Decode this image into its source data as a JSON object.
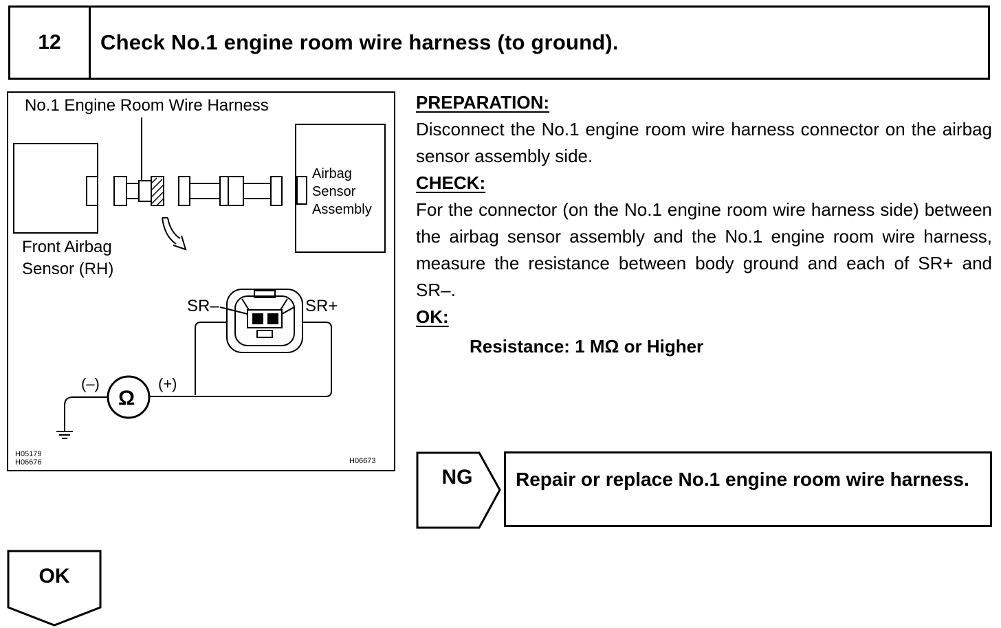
{
  "step": {
    "number": "12",
    "title": "Check No.1 engine room wire harness (to ground)."
  },
  "diagram": {
    "harness_label": "No.1 Engine Room Wire Harness",
    "front_sensor_label_1": "Front Airbag",
    "front_sensor_label_2": "Sensor (RH)",
    "assembly_label_1": "Airbag",
    "assembly_label_2": "Sensor",
    "assembly_label_3": "Assembly",
    "sr_minus": "SR–",
    "sr_plus": "SR+",
    "meter_neg": "(–)",
    "meter_pos": "(+)",
    "meter_symbol": "Ω",
    "code_left_1": "H05179",
    "code_left_2": "H06676",
    "code_right": "H06673"
  },
  "instructions": {
    "preparation_head": "PREPARATION:",
    "preparation_text": "Disconnect the No.1 engine room wire harness connector on the airbag sensor assembly side.",
    "check_head": "CHECK:",
    "check_text": "For the connector (on the No.1 engine room wire harness side) between the airbag sensor assembly and the No.1 engine room wire harness, measure the resistance between body ground and each of SR+ and SR–.",
    "ok_head": "OK:",
    "ok_spec": "Resistance: 1 MΩ or Higher"
  },
  "results": {
    "ng_label": "NG",
    "ng_action": "Repair or replace No.1 engine room wire harness.",
    "ok_label": "OK"
  }
}
